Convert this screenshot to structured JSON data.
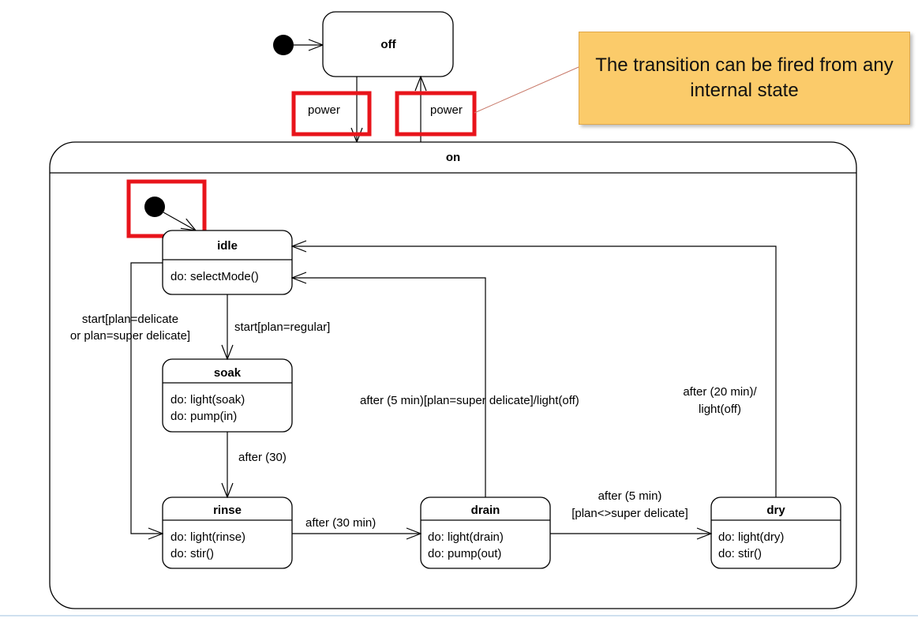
{
  "states": {
    "off": {
      "name": "off"
    },
    "on": {
      "name": "on"
    },
    "idle": {
      "name": "idle",
      "activities": [
        "do: selectMode()"
      ]
    },
    "soak": {
      "name": "soak",
      "activities": [
        "do: light(soak)",
        "do: pump(in)"
      ]
    },
    "rinse": {
      "name": "rinse",
      "activities": [
        "do: light(rinse)",
        "do: stir()"
      ]
    },
    "drain": {
      "name": "drain",
      "activities": [
        "do: light(drain)",
        "do: pump(out)"
      ]
    },
    "dry": {
      "name": "dry",
      "activities": [
        "do: light(dry)",
        "do: stir()"
      ]
    }
  },
  "transitions": {
    "power_in": "power",
    "power_out": "power",
    "start_regular": "start[plan=regular]",
    "start_delicate": [
      "start[plan=delicate",
      "or plan=super delicate]"
    ],
    "after_30": "after (30)",
    "after_30_min": "after (30 min)",
    "after_5_super": "after (5 min)[plan=super delicate]/light(off)",
    "after_5_not_super": [
      "after (5 min)",
      "[plan<>super delicate]"
    ],
    "after_20": [
      "after (20 min)/",
      "light(off)"
    ]
  },
  "note": {
    "text": "The transition can be fired from any internal state"
  },
  "colors": {
    "highlight": "#e8141b",
    "note_fill": "#fbcb6a"
  }
}
